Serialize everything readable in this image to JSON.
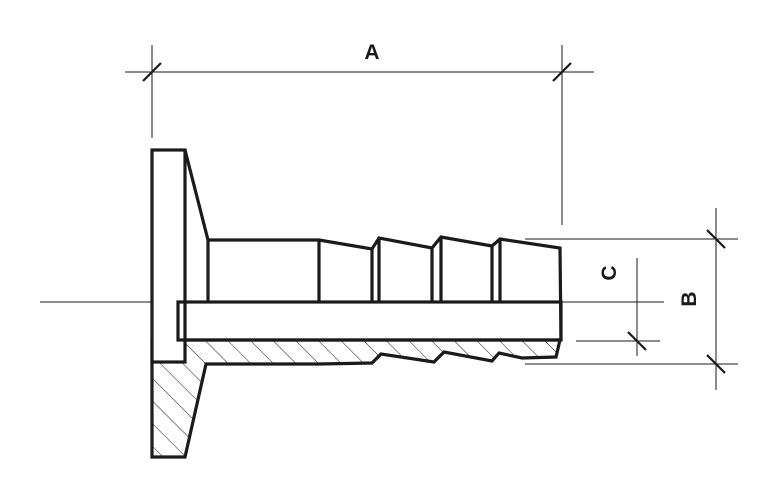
{
  "dimensions": {
    "a": {
      "label": "A"
    },
    "b": {
      "label": "B"
    },
    "c": {
      "label": "C"
    }
  }
}
